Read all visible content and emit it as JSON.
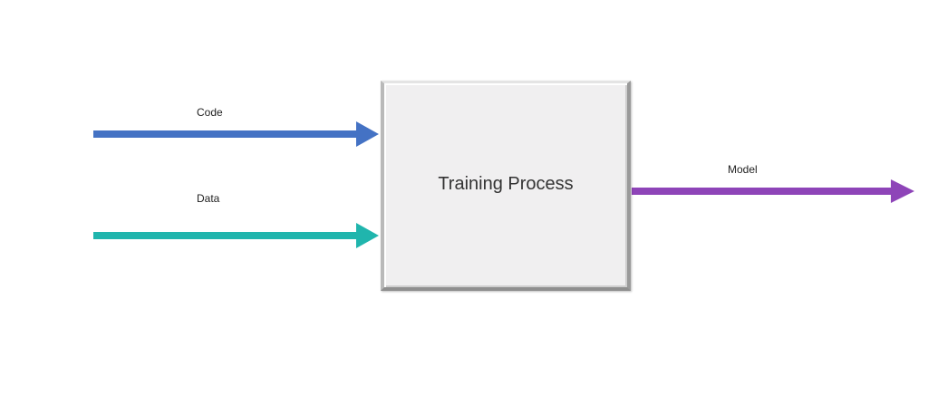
{
  "diagram": {
    "process": {
      "label": "Training Process",
      "fill": "#f0eff0"
    },
    "inputs": [
      {
        "label": "Code",
        "color": "#4472c4"
      },
      {
        "label": "Data",
        "color": "#20b5ad"
      }
    ],
    "outputs": [
      {
        "label": "Model",
        "color": "#8e44b8"
      }
    ]
  }
}
